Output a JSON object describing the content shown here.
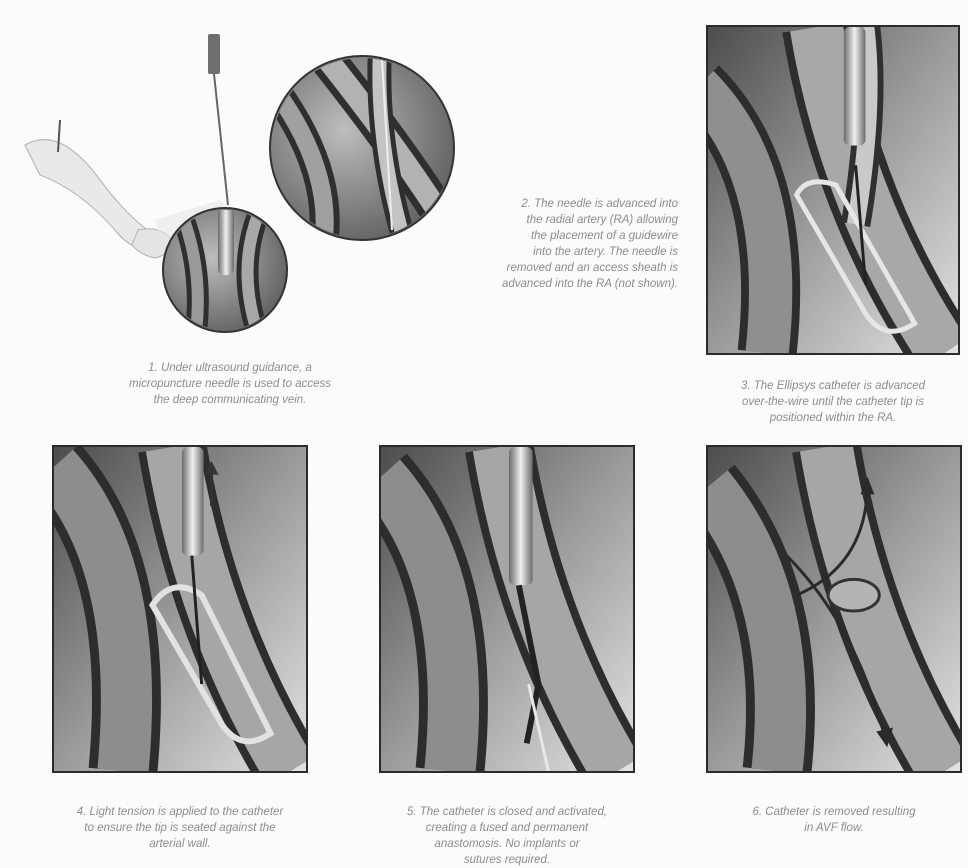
{
  "steps": [
    {
      "number": "1.",
      "caption": "Under ultrasound guidance, a\nmicropuncture needle is used to access\nthe deep communicating vein."
    },
    {
      "number": "2.",
      "caption": "The needle is advanced into\nthe radial artery (RA) allowing\nthe placement of a guidewire\ninto the artery. The needle is\nremoved and an access sheath is\nadvanced into the RA (not shown)."
    },
    {
      "number": "3.",
      "caption": "The Ellipsys catheter is advanced\nover-the-wire until the catheter tip is\npositioned within the RA."
    },
    {
      "number": "4.",
      "caption": "Light tension is applied to the catheter\nto ensure the tip is seated against the\narterial wall."
    },
    {
      "number": "5.",
      "caption": "The catheter is closed and activated,\ncreating a fused and permanent\nanastomosis. No implants or\nsutures required."
    },
    {
      "number": "6.",
      "caption": "Catheter is removed resulting\nin AVF flow."
    }
  ],
  "colors": {
    "vessel_dark": "#3e3e3e",
    "vessel_mid": "#7b7b7b",
    "vessel_light": "#d6d6d6",
    "caption": "#8c8c8c"
  }
}
